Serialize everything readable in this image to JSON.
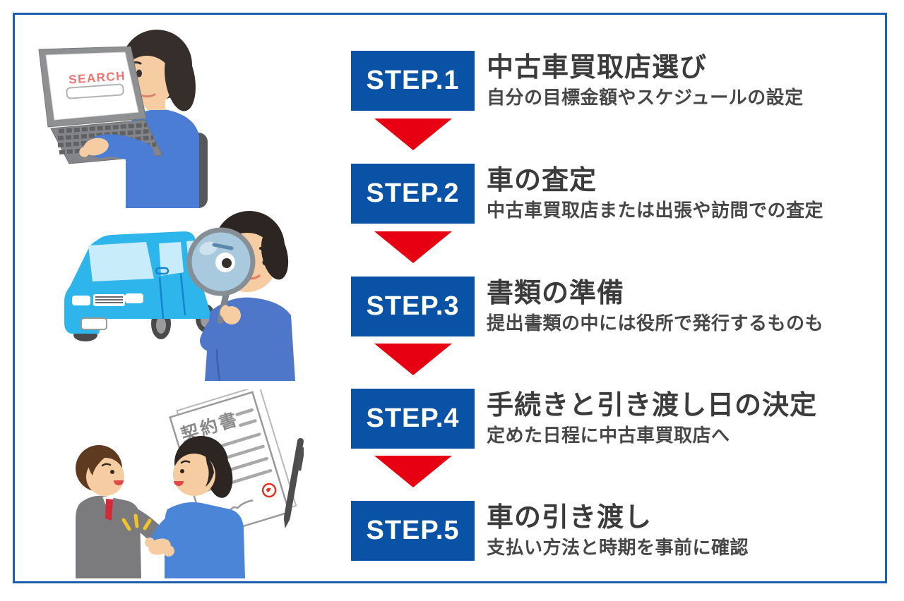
{
  "frame": {
    "border_color": "#1d5fae",
    "background": "#ffffff"
  },
  "colors": {
    "step_badge_blue": "#0a52a5",
    "arrow_red": "#e60012",
    "title_text": "#3b3b3b",
    "subtitle_text": "#474747",
    "car_blue": "#2eb6ec",
    "shirt_blue": "#4b7dd4",
    "suit_gray": "#7b7b7d"
  },
  "steps": [
    {
      "badge": "STEP.1",
      "title": "中古車買取店選び",
      "subtitle": "自分の目標金額やスケジュールの設定"
    },
    {
      "badge": "STEP.2",
      "title": "車の査定",
      "subtitle": "中古車買取店または出張や訪問での査定"
    },
    {
      "badge": "STEP.3",
      "title": "書類の準備",
      "subtitle": "提出書類の中には役所で発行するものも"
    },
    {
      "badge": "STEP.4",
      "title": "手続きと引き渡し日の決定",
      "subtitle": "定めた日程に中古車買取店へ"
    },
    {
      "badge": "STEP.5",
      "title": "車の引き渡し",
      "subtitle": "支払い方法と時期を事前に確認"
    }
  ],
  "illustrations": {
    "search": {
      "screen_label": "SEARCH"
    },
    "contract": {
      "document_title": "契約書"
    }
  }
}
